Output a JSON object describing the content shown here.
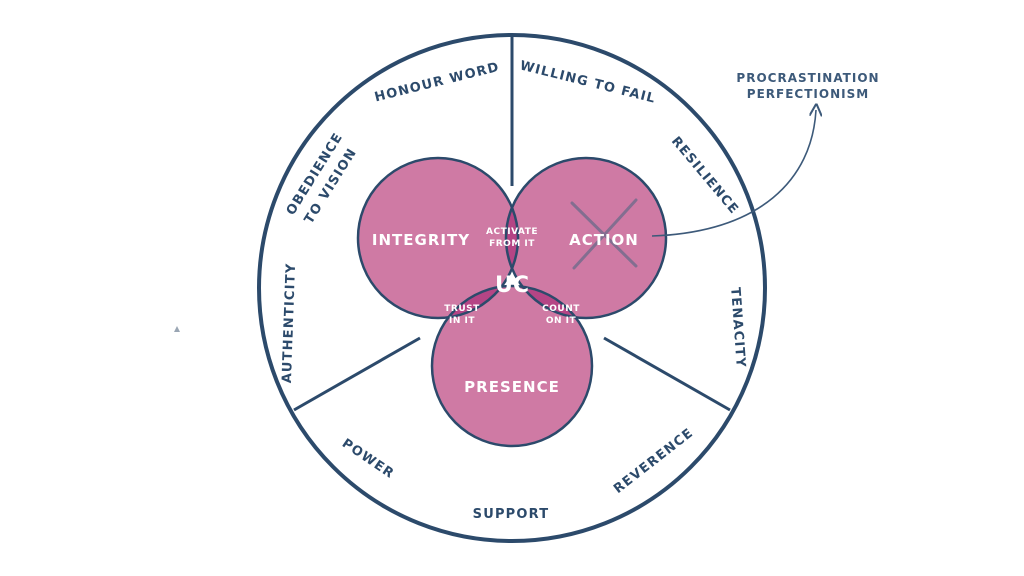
{
  "ring": {
    "honour_word": "HONOUR WORD",
    "willing_to_fail": "WILLING TO FAIL",
    "resilience": "RESILIENCE",
    "obedience_line1": "OBEDIENCE",
    "obedience_line2": "TO VISION",
    "authenticity": "AUTHENTICITY",
    "tenacity": "TENACITY",
    "power": "POWER",
    "support": "SUPPORT",
    "reverence": "REVERENCE"
  },
  "venn": {
    "integrity": "INTEGRITY",
    "action": "ACTION",
    "presence": "PRESENCE",
    "center": "UC",
    "activate_line1": "ACTIVATE",
    "activate_line2": "FROM IT",
    "trust_line1": "TRUST",
    "trust_line2": "IN IT",
    "count_line1": "COUNT",
    "count_line2": "ON IT"
  },
  "annotation": {
    "line1": "PROCRASTINATION",
    "line2": "PERFECTIONISM"
  },
  "colors": {
    "outline": "#2c4a6b",
    "circle_fill": "#cf7aa4",
    "overlap_fill": "#b54585",
    "center_fill": "#a8276f",
    "label_text": "#ffffff"
  }
}
